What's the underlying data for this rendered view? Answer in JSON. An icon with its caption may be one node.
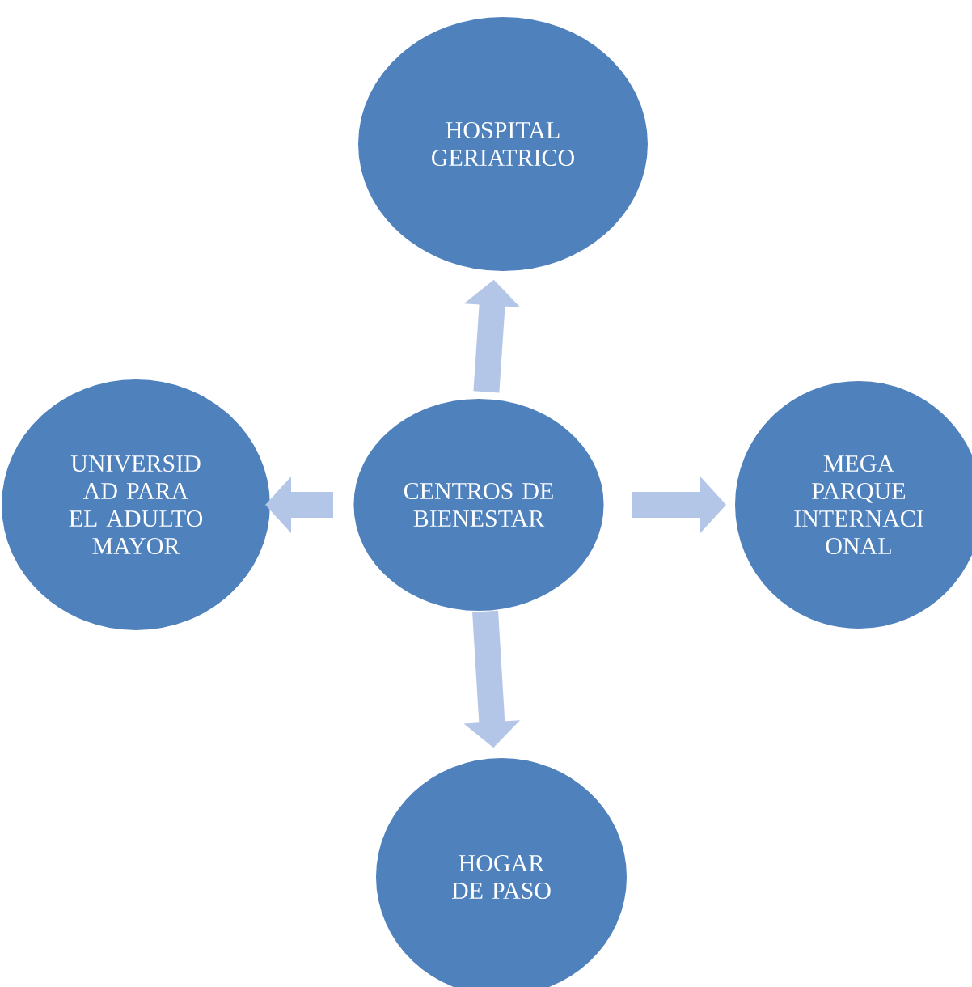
{
  "diagram": {
    "nodes": [
      {
        "text": [
          "HOSPITAL GERIATRICO"
        ]
      },
      {
        "text": [
          "UNIVERSID AD PARA EL ADULTO MAYOR"
        ]
      },
      {
        "text": [
          "CENTROS DE BIENESTAR"
        ]
      },
      {
        "text": [
          "MEGA PARQUE INTERNACI ONAL"
        ]
      },
      {
        "text": [
          "HOGAR DE PASO"
        ]
      }
    ],
    "edges": [
      {
        "from": 2,
        "to": 0,
        "arrow": "to"
      },
      {
        "from": 2,
        "to": 1,
        "arrow": "to"
      },
      {
        "from": 2,
        "to": 3,
        "arrow": "to"
      },
      {
        "from": 2,
        "to": 4,
        "arrow": "to"
      }
    ]
  }
}
